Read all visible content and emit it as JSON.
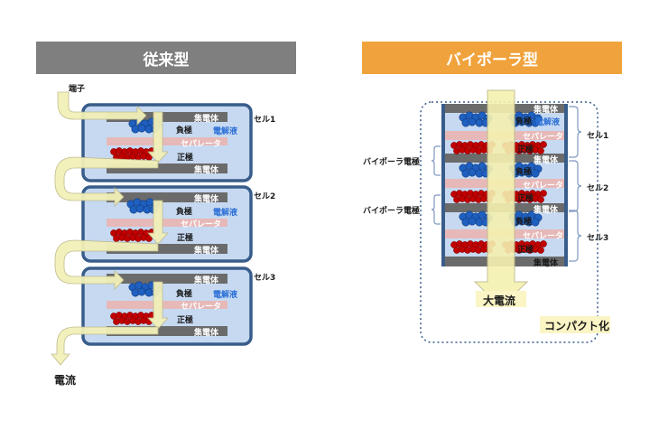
{
  "headers": {
    "conventional": "従来型",
    "bipolar": "バイポーラ型"
  },
  "labels": {
    "terminal": "端子",
    "current": "電流",
    "collector": "集電体",
    "negative": "負極",
    "positive": "正極",
    "electrolyte": "電解液",
    "separator": "セパレータ",
    "cell1": "セル1",
    "cell2": "セル2",
    "cell3": "セル3",
    "bipolar_electrode": "バイポーラ電極",
    "large_current": "大電流",
    "compact": "コンパクト化"
  },
  "colors": {
    "header_conventional": "#7f7f7f",
    "header_bipolar": "#f0a33c",
    "cell_border": "#385d8a",
    "cell_fill": "#c6d9f1",
    "collector": "#6b6b6b",
    "separator": "#e6b9b8",
    "negative_particles": "#1f5fbf",
    "positive_particles": "#c00000",
    "arrow": "#f2f0b8"
  }
}
